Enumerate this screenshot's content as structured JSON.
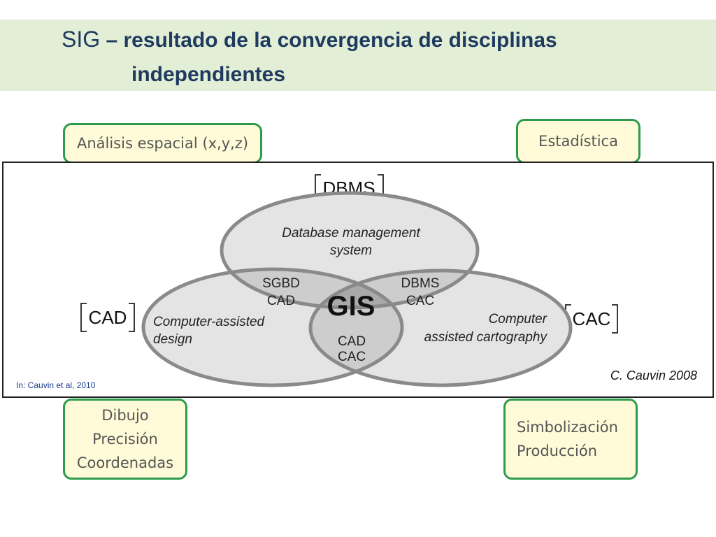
{
  "title": {
    "sig": "SIG",
    "dash": "–",
    "line1": "resultado de la convergencia de disciplinas",
    "line2": "independientes"
  },
  "boxes": {
    "analisis": "Análisis espacial (x,y,z)",
    "estadistica": "Estadística",
    "dibujo": [
      "Dibujo",
      "Precisión",
      "Coordenadas"
    ],
    "simbolizacion": [
      "Simbolización",
      "Producción"
    ]
  },
  "diagram": {
    "dbms_tag": "DBMS",
    "cad_tag": "CAD",
    "cac_tag": "CAC",
    "top_label": [
      "Database management",
      "system"
    ],
    "left_label": [
      "Computer-assisted",
      "design"
    ],
    "right_label": [
      "Computer",
      "assisted cartography"
    ],
    "sgbd_cad": [
      "SGBD",
      "CAD"
    ],
    "dbms_cac": [
      "DBMS",
      "CAC"
    ],
    "cad_cac": [
      "CAD",
      "CAC"
    ],
    "center": "GIS",
    "credit_left": "In: Cauvin et al, 2010",
    "credit_right": "C. Cauvin 2008"
  },
  "colors": {
    "title_text": "#1e3a5f",
    "title_band": "#e3eed6",
    "box_border": "#2c9b4c",
    "box_fill": "#fffbd8",
    "ellipse_fill": "#e4e4e4",
    "overlap_fill": "#cdcdcd",
    "center_fill": "#a9a9a9",
    "ellipse_stroke": "#8a8a8a"
  }
}
